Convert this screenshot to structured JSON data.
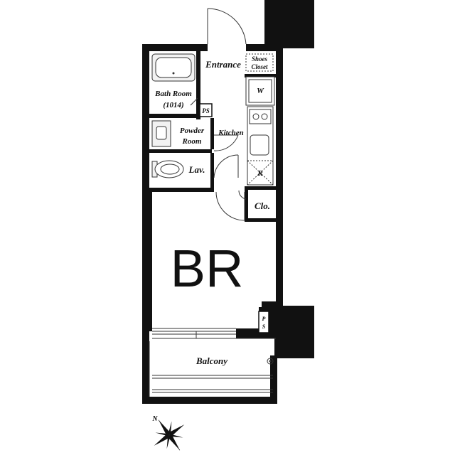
{
  "floorplan": {
    "rooms": {
      "entrance": "Entrance",
      "shoes_closet_line1": "Shoes",
      "shoes_closet_line2": "Closet",
      "washer": "W",
      "bath_room_line1": "Bath Room",
      "bath_room_line2": "(1014)",
      "ps_upper": "PS",
      "powder_room_line1": "Powder",
      "powder_room_line2": "Room",
      "kitchen": "Kitchen",
      "refrigerator": "R",
      "lavatory": "Lav.",
      "closet": "Clo.",
      "bedroom": "BR",
      "ps_lower_line1": "P",
      "ps_lower_line2": "S",
      "balcony": "Balcony"
    },
    "compass": {
      "north_label": "N"
    },
    "colors": {
      "wall": "#111111",
      "line": "#333333",
      "fixture_fill": "#f2f2f2"
    }
  }
}
